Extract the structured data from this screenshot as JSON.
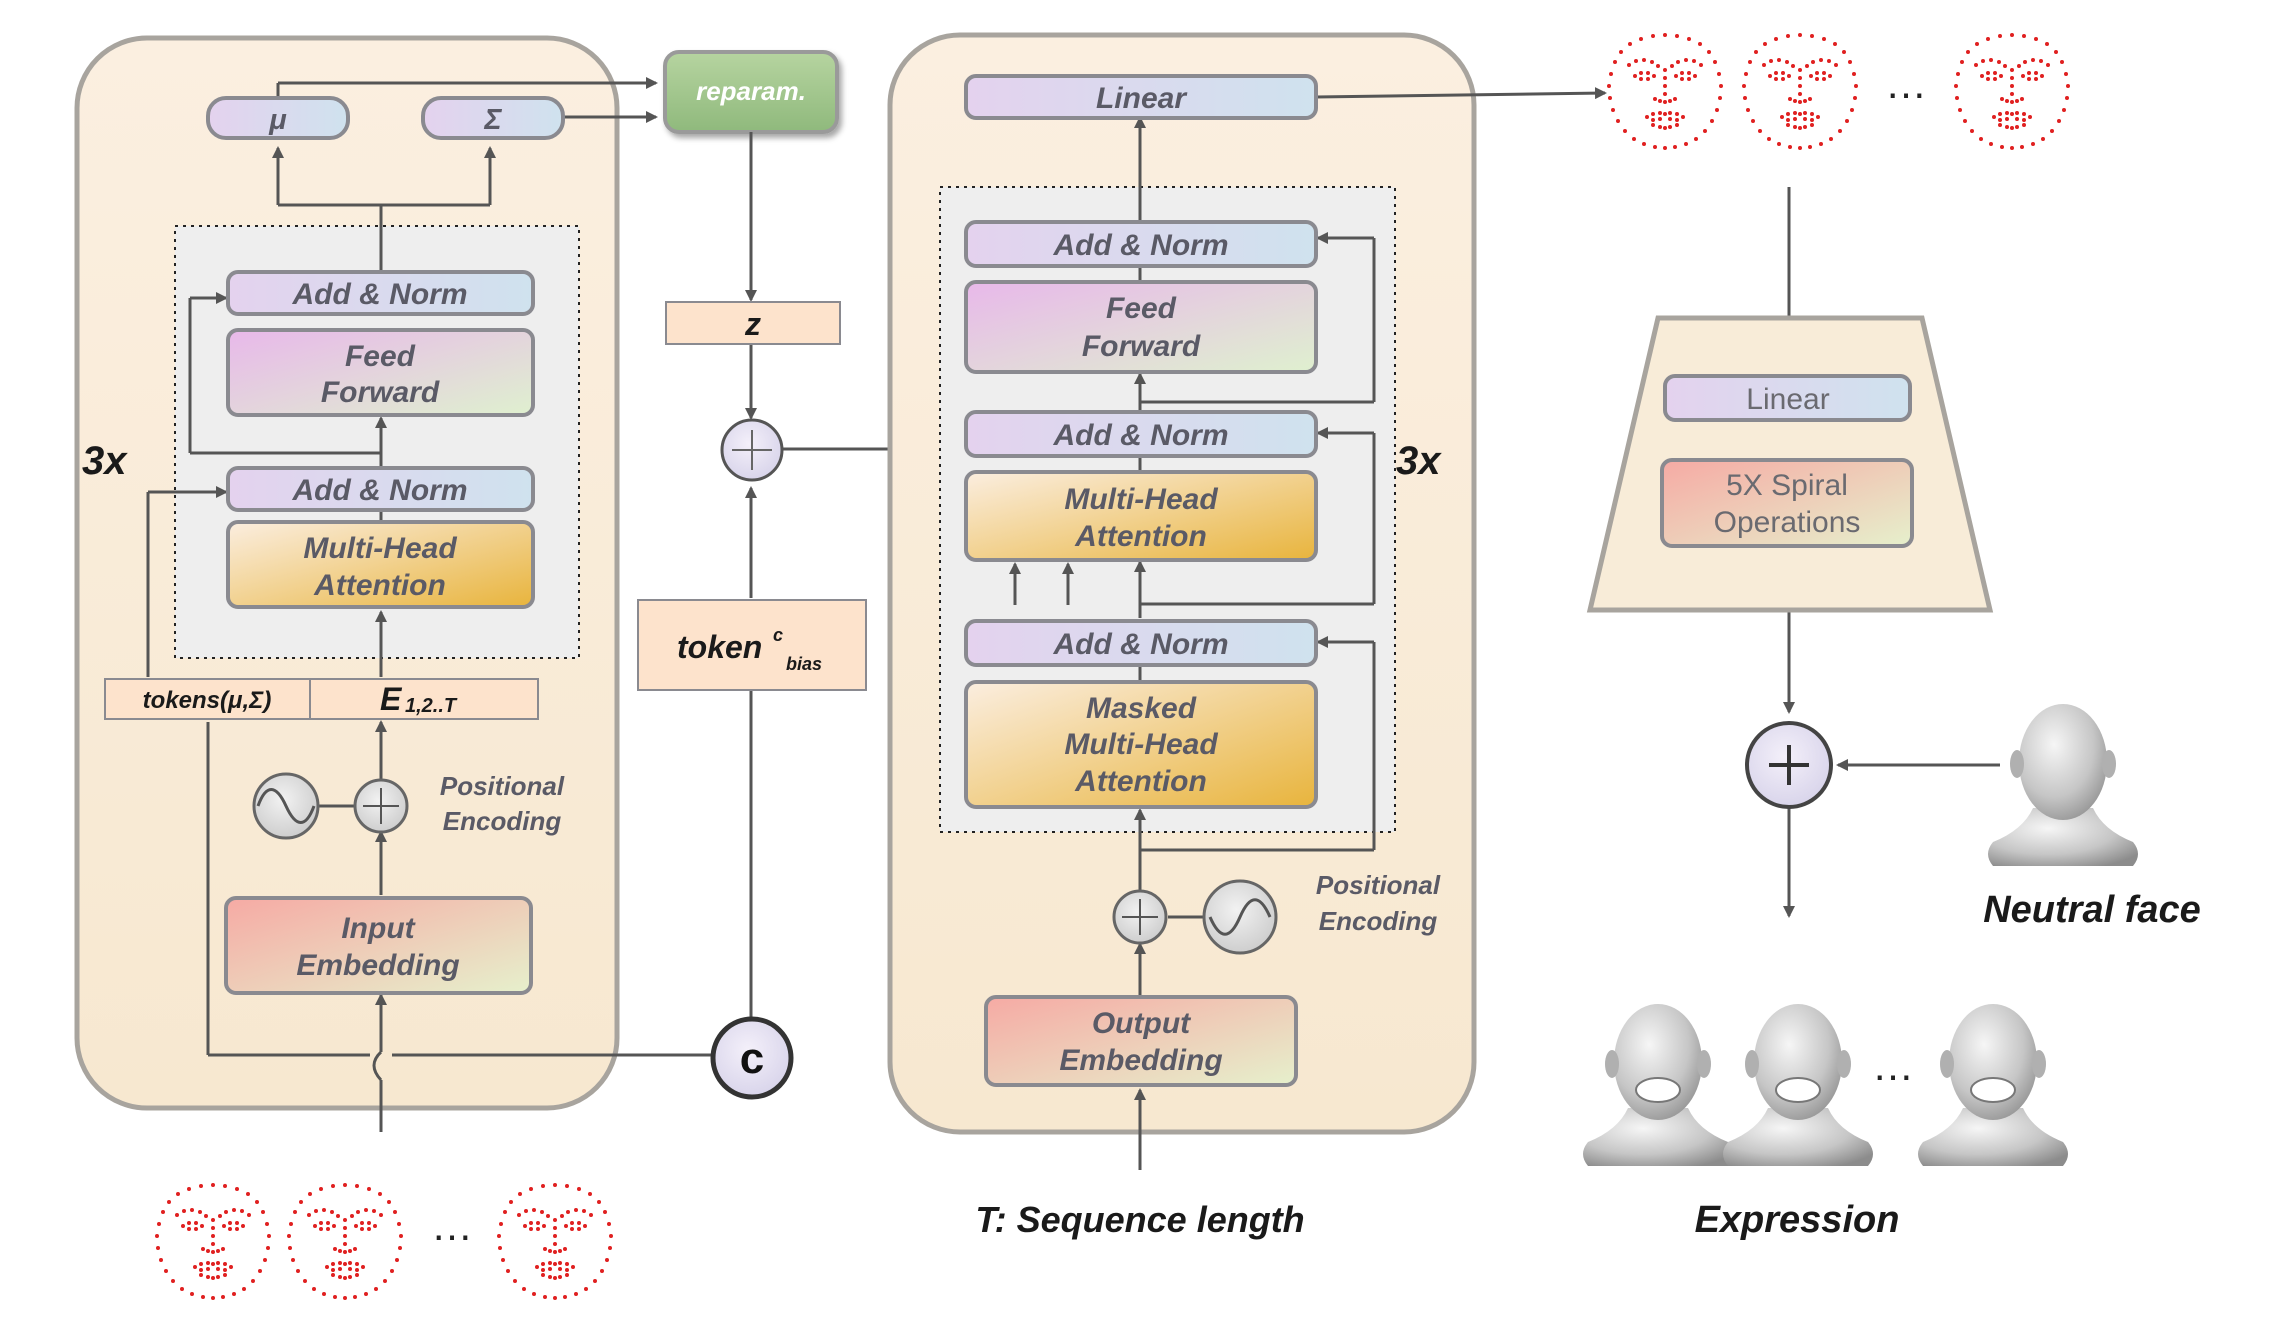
{
  "encoder": {
    "mu": "μ",
    "sigma": "Σ",
    "add_norm_top": "Add & Norm",
    "feed_forward_1": "Feed",
    "feed_forward_2": "Forward",
    "add_norm_bottom": "Add & Norm",
    "mha_1": "Multi-Head",
    "mha_2": "Attention",
    "repeat": "3x",
    "tokens": "tokens(μ,Σ)",
    "e_main": "E",
    "e_sub": "1,2..T",
    "pos_enc_1": "Positional",
    "pos_enc_2": "Encoding",
    "input_emb_1": "Input",
    "input_emb_2": "Embedding"
  },
  "middle": {
    "reparam": "reparam.",
    "z": "z",
    "token_main": "token",
    "token_sup": "c",
    "token_sub": "bias",
    "c": "c"
  },
  "decoder": {
    "linear": "Linear",
    "add_norm_1": "Add & Norm",
    "feed_forward_1": "Feed",
    "feed_forward_2": "Forward",
    "add_norm_2": "Add & Norm",
    "mha_1": "Multi-Head",
    "mha_2": "Attention",
    "add_norm_3": "Add & Norm",
    "masked_1": "Masked",
    "masked_2": "Multi-Head",
    "masked_3": "Attention",
    "repeat": "3x",
    "pos_enc_1": "Positional",
    "pos_enc_2": "Encoding",
    "output_emb_1": "Output",
    "output_emb_2": "Embedding",
    "seq_label": "T: Sequence length"
  },
  "right": {
    "ellipsis": "…",
    "linear": "Linear",
    "spiral_1": "5X Spiral",
    "spiral_2": "Operations",
    "neutral_label": "Neutral face",
    "expression_label": "Expression"
  },
  "bottom": {
    "ellipsis": "…"
  },
  "colors": {
    "panel_fill": "#f8ecd8",
    "panel_stroke": "#a8a49e",
    "dashed_fill": "#eeeeee",
    "points": "#e02020",
    "input_tag": "#fde3cc"
  }
}
